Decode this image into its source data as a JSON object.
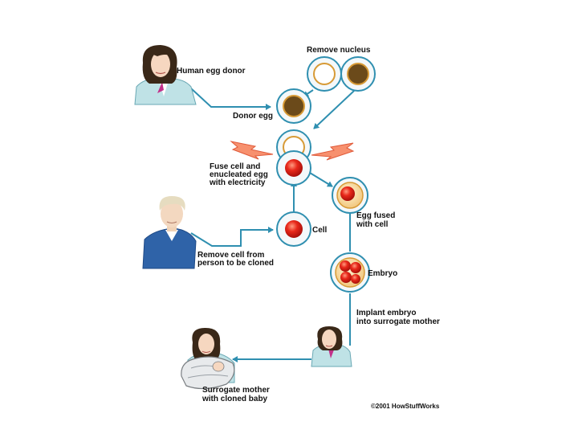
{
  "labels": {
    "human_egg_donor": "Human egg donor",
    "remove_nucleus": "Remove nucleus",
    "donor_egg": "Donor egg",
    "fuse_line1": "Fuse cell and",
    "fuse_line2": "enucleated egg",
    "fuse_line3": "with electricity",
    "egg_fused_line1": "Egg fused",
    "egg_fused_line2": "with cell",
    "cell": "Cell",
    "remove_cell_line1": "Remove cell from",
    "remove_cell_line2": "person to be cloned",
    "embryo": "Embryo",
    "implant_line1": "Implant embryo",
    "implant_line2": "into surrogate mother",
    "surrogate_line1": "Surrogate mother",
    "surrogate_line2": "with cloned baby",
    "copyright": "©2001 HowStuffWorks"
  },
  "colors": {
    "arrow": "#2f8fb0",
    "ring": "#f2f6f8",
    "egg_outline": "#d79a36",
    "nucleus": "#6b4a1a",
    "cell_red": "#e02418",
    "spark": "#f07a5a",
    "hair": "#3a2818",
    "blond": "#e6dcc0",
    "shirt": "#9bd0d6",
    "man_shirt": "#2f63a8"
  }
}
